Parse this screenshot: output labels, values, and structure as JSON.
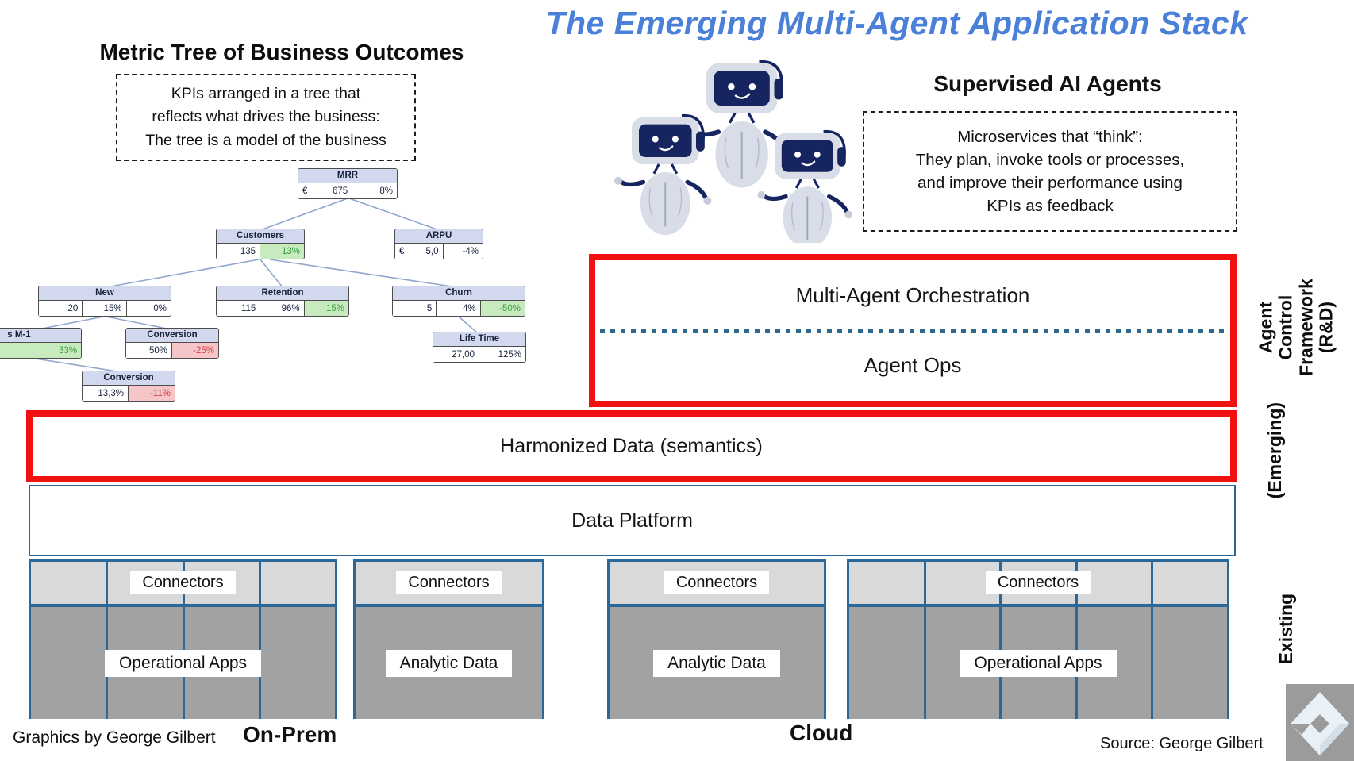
{
  "title": "The Emerging Multi-Agent Application Stack",
  "metric_tree": {
    "heading": "Metric Tree of Business Outcomes",
    "note": "KPIs arranged in a tree that\nreflects what drives the business:\nThe tree is a model of the business",
    "nodes": [
      {
        "label": "MRR",
        "cells": [
          {
            "prefix": "€",
            "text": "675"
          },
          {
            "text": "8%"
          }
        ]
      },
      {
        "label": "Customers",
        "cells": [
          {
            "text": "135"
          },
          {
            "text": "13%",
            "highlight": "green"
          }
        ]
      },
      {
        "label": "ARPU",
        "cells": [
          {
            "prefix": "€",
            "text": "5,0"
          },
          {
            "text": "-4%"
          }
        ]
      },
      {
        "label": "New",
        "cells": [
          {
            "text": "20"
          },
          {
            "text": "15%"
          },
          {
            "text": "0%"
          }
        ]
      },
      {
        "label": "Retention",
        "cells": [
          {
            "text": "115"
          },
          {
            "text": "96%"
          },
          {
            "text": "15%",
            "highlight": "green"
          }
        ]
      },
      {
        "label": "Churn",
        "cells": [
          {
            "text": "5"
          },
          {
            "text": "4%"
          },
          {
            "text": "-50%",
            "highlight": "green"
          }
        ]
      },
      {
        "label": "s M-1",
        "cells": [
          {
            "text": ""
          },
          {
            "text": "33%",
            "highlight": "green"
          }
        ]
      },
      {
        "label": "Conversion",
        "cells": [
          {
            "text": "50%"
          },
          {
            "text": "-25%",
            "highlight": "red"
          }
        ]
      },
      {
        "label": "Life Time",
        "cells": [
          {
            "text": "27,00"
          },
          {
            "text": "125%"
          }
        ]
      },
      {
        "label": "Conversion",
        "cells": [
          {
            "text": "13,3%"
          },
          {
            "text": "-11%",
            "highlight": "red"
          }
        ]
      }
    ]
  },
  "agents": {
    "heading": "Supervised AI Agents",
    "note": "Microservices that “think”:\nThey plan, invoke tools or processes,\nand improve their performance using\nKPIs as feedback"
  },
  "stack": {
    "orchestration": "Multi-Agent Orchestration",
    "agent_ops": "Agent Ops",
    "harmonized": "Harmonized Data (semantics)",
    "data_platform": "Data Platform",
    "groups": [
      {
        "connectors": "Connectors",
        "label": "Operational Apps"
      },
      {
        "connectors": "Connectors",
        "label": "Analytic Data"
      },
      {
        "connectors": "Connectors",
        "label": "Analytic Data"
      },
      {
        "connectors": "Connectors",
        "label": "Operational Apps"
      }
    ]
  },
  "side_labels": {
    "rd": "Agent Control\nFramework\n(R&D)",
    "emerging": "(Emerging)",
    "existing": "Existing"
  },
  "footer": {
    "credit": "Graphics by George Gilbert",
    "on_prem": "On-Prem",
    "cloud": "Cloud",
    "source": "Source: George Gilbert"
  },
  "colors": {
    "title_blue": "#4a80d8",
    "accent_red": "#f01111",
    "steel_blue": "#2b6898",
    "green_cell": "#c8eabf",
    "red_cell": "#f6c5c8",
    "band_gray": "#d9d9d9",
    "apps_gray": "#a2a2a2"
  }
}
